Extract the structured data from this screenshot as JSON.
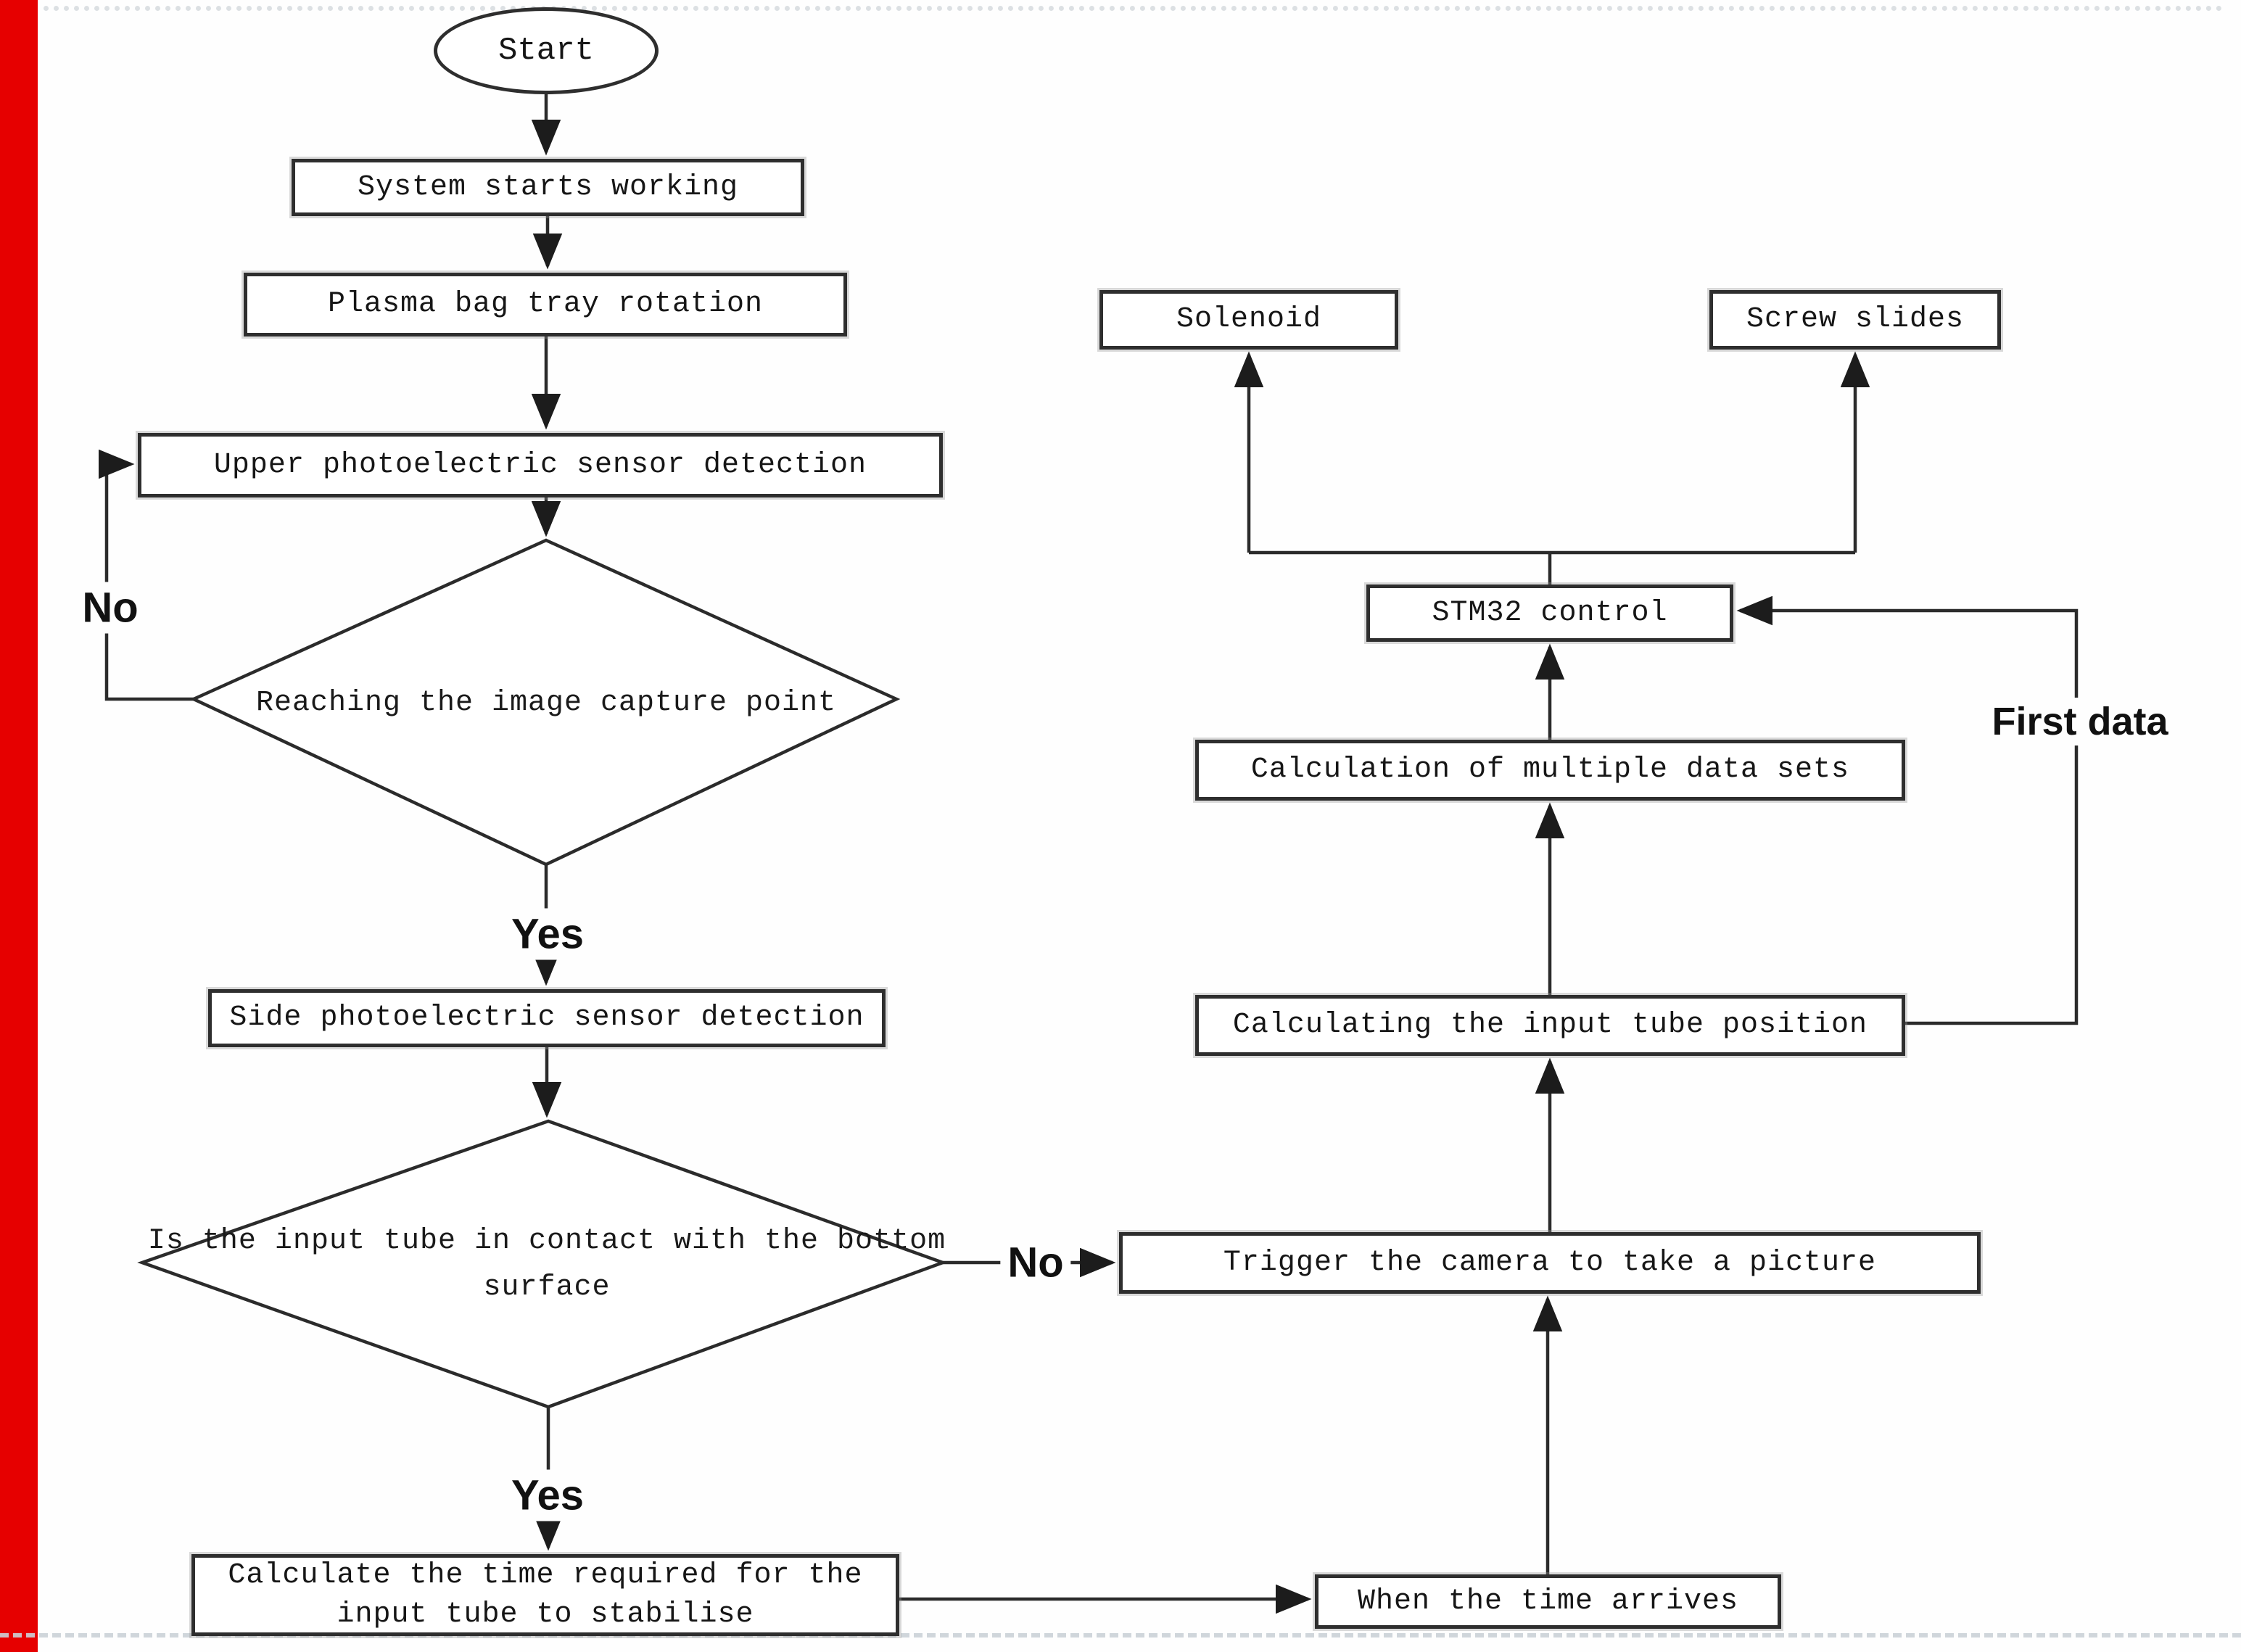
{
  "page": {
    "background_color": "#fefefe",
    "accent_bar_color": "#e60000",
    "line_color": "#2b2b2b"
  },
  "flowchart": {
    "start": {
      "label": "Start"
    },
    "nodes": {
      "system_starts": {
        "label": "System starts working"
      },
      "plasma_bag": {
        "label": "Plasma bag tray rotation"
      },
      "upper_sensor": {
        "label": "Upper photoelectric sensor detection"
      },
      "decision_capture_point": {
        "label": "Reaching the image capture point"
      },
      "side_sensor": {
        "label": "Side photoelectric sensor detection"
      },
      "decision_tube_contact": {
        "label": "Is the input tube in contact with the bottom surface"
      },
      "calc_stabilise_time": {
        "label": "Calculate the time required for the input tube to stabilise"
      },
      "solenoid": {
        "label": "Solenoid"
      },
      "screw_slides": {
        "label": "Screw slides"
      },
      "stm32": {
        "label": "STM32 control"
      },
      "calc_multiple_sets": {
        "label": "Calculation of multiple data sets"
      },
      "calc_tube_position": {
        "label": "Calculating the input tube position"
      },
      "trigger_camera": {
        "label": "Trigger the camera to take a picture"
      },
      "time_arrives": {
        "label": "When the time arrives"
      }
    },
    "edge_labels": {
      "no_capture_point": "No",
      "yes_capture_point": "Yes",
      "no_tube_contact": "No",
      "yes_tube_contact": "Yes",
      "first_data": "First data"
    }
  }
}
